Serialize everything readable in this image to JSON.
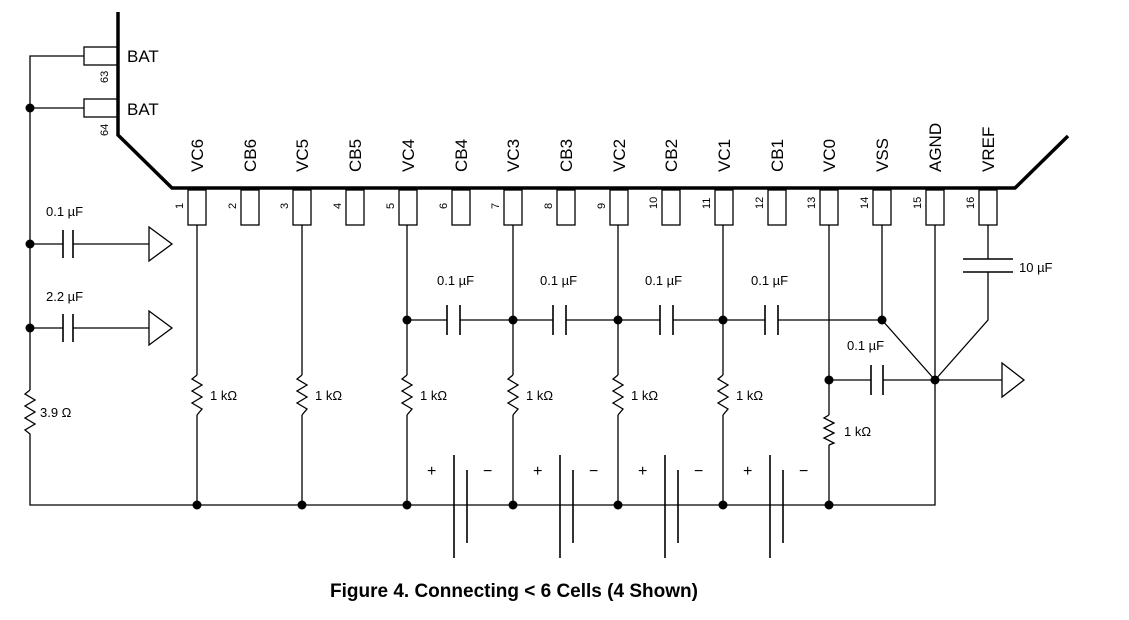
{
  "diagram": {
    "bat_pins": [
      {
        "name": "BAT",
        "number": "63"
      },
      {
        "name": "BAT",
        "number": "64"
      }
    ],
    "pins": [
      {
        "number": "1",
        "name": "VC6"
      },
      {
        "number": "2",
        "name": "CB6"
      },
      {
        "number": "3",
        "name": "VC5"
      },
      {
        "number": "4",
        "name": "CB5"
      },
      {
        "number": "5",
        "name": "VC4"
      },
      {
        "number": "6",
        "name": "CB4"
      },
      {
        "number": "7",
        "name": "VC3"
      },
      {
        "number": "8",
        "name": "CB3"
      },
      {
        "number": "9",
        "name": "VC2"
      },
      {
        "number": "10",
        "name": "CB2"
      },
      {
        "number": "11",
        "name": "VC1"
      },
      {
        "number": "12",
        "name": "CB1"
      },
      {
        "number": "13",
        "name": "VC0"
      },
      {
        "number": "14",
        "name": "VSS"
      },
      {
        "number": "15",
        "name": "AGND"
      },
      {
        "number": "16",
        "name": "VREF"
      }
    ],
    "bat_cap_top": "0.1 µF",
    "bat_cap_bottom": "2.2 µF",
    "bat_resistor": "3.9 Ω",
    "sense_resistors": [
      "1 kΩ",
      "1 kΩ",
      "1 kΩ",
      "1 kΩ",
      "1 kΩ",
      "1 kΩ"
    ],
    "vc0_resistor": "1 kΩ",
    "filter_caps": [
      "0.1 µF",
      "0.1 µF",
      "0.1 µF",
      "0.1 µF"
    ],
    "vc0_cap": "0.1 µF",
    "vref_cap": "10 µF",
    "cell_plus": "+",
    "cell_minus": "−",
    "caption": "Figure 4.  Connecting < 6 Cells (4 Shown)"
  }
}
